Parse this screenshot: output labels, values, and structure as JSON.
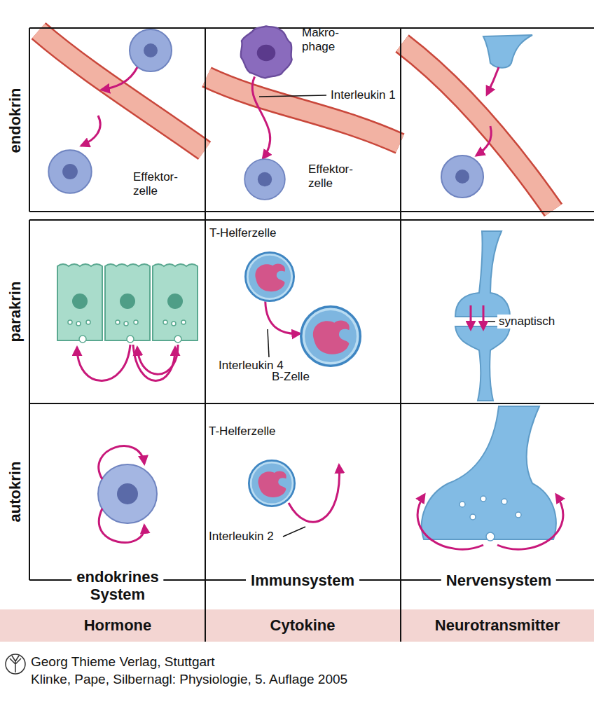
{
  "diagram": {
    "nodes": [
      {
        "text": [
          "Makro- phage"
        ]
      },
      {
        "text": [
          "Effektor- zelle"
        ]
      },
      {
        "text": [
          "Effektor- zelle"
        ]
      },
      {
        "text": [
          "T-Helferzelle"
        ]
      },
      {
        "text": [
          "B-Zelle"
        ]
      },
      {
        "text": [
          "T-Helferzelle"
        ]
      }
    ],
    "edges": [
      {
        "from": 0,
        "to": 2,
        "arrow": "to"
      },
      {
        "from": 3,
        "to": 4,
        "arrow": "to"
      }
    ],
    "labels": [
      "endokrin",
      "parakrin",
      "autokrin",
      "Interleukin 1",
      "Interleukin 4",
      "synaptisch",
      "Interleukin 2",
      "endokrines System",
      "Immunsystem",
      "Nervensystem",
      "Hormone",
      "Cytokine",
      "Neurotransmitter",
      "Georg Thieme Verlag, Stuttgart",
      "Klinke, Pape, Silbernagl: Physiologie, 5. Auflage 2005"
    ]
  }
}
